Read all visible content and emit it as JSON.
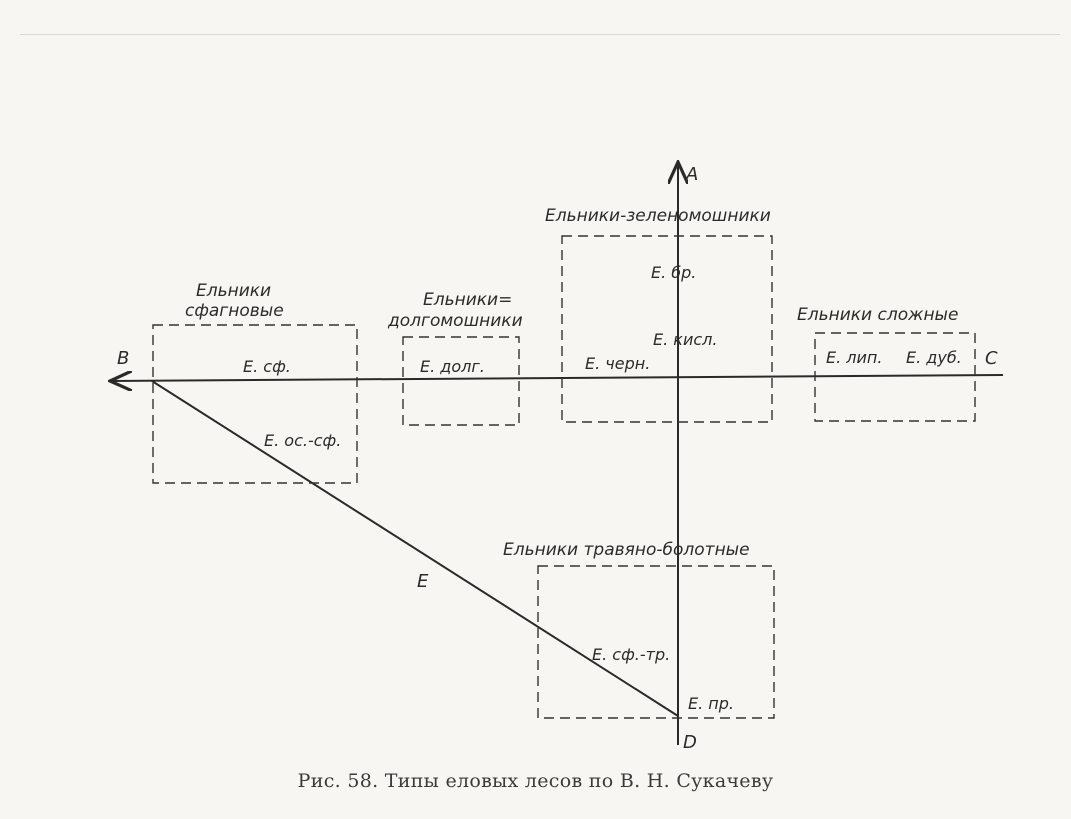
{
  "axes": {
    "top": "A",
    "left": "B",
    "right": "C",
    "bottom": "D",
    "diagonal": "E"
  },
  "groups": {
    "zelenomoshniki": "Ельники-зеленомошники",
    "sfagnovye_line1": "Ельники",
    "sfagnovye_line2": "сфагновые",
    "dolgomoshniki_line1": "Ельники=",
    "dolgomoshniki_line2": "долгомошники",
    "slozhnye": "Ельники сложные",
    "travyano_bolotnye": "Ельники травяно-болотные"
  },
  "types": {
    "br": "Е. бр.",
    "kisl": "Е. кисл.",
    "chern": "Е. черн.",
    "sf": "Е. сф.",
    "dolg": "Е. долг.",
    "lip": "Е. лип.",
    "dub": "Е. дуб.",
    "os_sf": "Е. ос.-сф.",
    "sf_tr": "Е. сф.-тр.",
    "pr": "Е. пр."
  },
  "caption": "Рис. 58. Типы еловых лесов по В. Н. Сукачеву"
}
